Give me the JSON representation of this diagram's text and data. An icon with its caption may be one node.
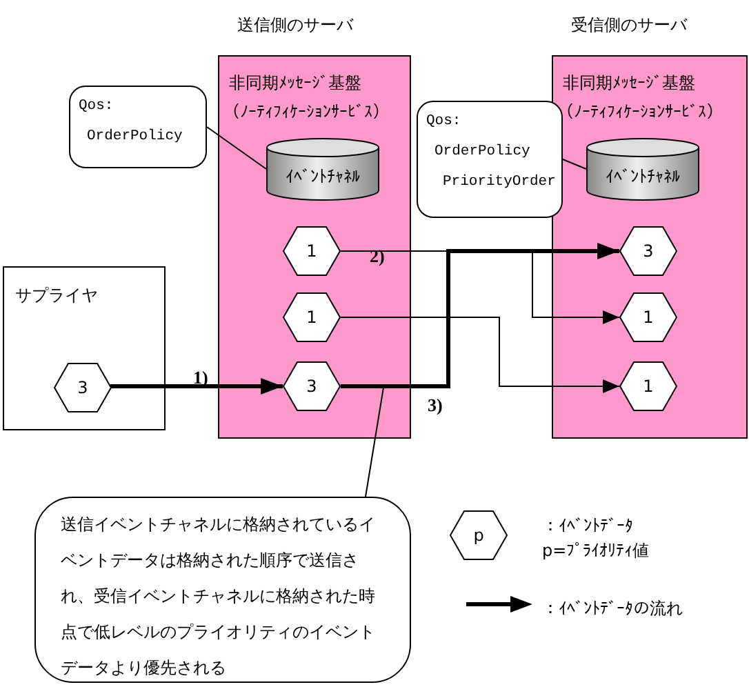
{
  "diagram": {
    "nodes": [
      {
        "text": [
          "送信側のサーバ",
          "非同期ﾒｯｾｰｼﾞ基盤",
          "（ﾉｰﾃｨﾌｨｹｰｼｮﾝｻｰﾋﾞｽ）"
        ]
      },
      {
        "text": [
          "ｲﾍﾞﾝﾄﾁｬﾈﾙ"
        ],
        "in": 0
      },
      {
        "text": [
          "1"
        ],
        "in": 0
      },
      {
        "text": [
          "1"
        ],
        "in": 0
      },
      {
        "text": [
          "3"
        ],
        "in": 0
      },
      {
        "text": [
          "受信側のサーバ",
          "非同期ﾒｯｾｰｼﾞ基盤",
          "（ﾉｰﾃｨﾌｨｹｰｼｮﾝｻｰﾋﾞｽ）"
        ]
      },
      {
        "text": [
          "ｲﾍﾞﾝﾄﾁｬﾈﾙ"
        ],
        "in": 5
      },
      {
        "text": [
          "3"
        ],
        "in": 5
      },
      {
        "text": [
          "1"
        ],
        "in": 5
      },
      {
        "text": [
          "1"
        ],
        "in": 5
      },
      {
        "text": [
          "サプライヤ"
        ]
      },
      {
        "text": [
          "3"
        ],
        "in": 10
      },
      {
        "text": [
          "Qos:",
          "OrderPolicy"
        ]
      },
      {
        "text": [
          "Qos:",
          "OrderPolicy",
          "PriorityOrder"
        ]
      },
      {
        "text": [
          "送信イベントチャネルに格納されているイベントデータは格納された順序で送信され、受信イベントチャネルに格納された時点で低レベルのプライオリティのイベントデータより優先される"
        ]
      },
      {
        "text": [
          "p"
        ]
      }
    ],
    "edges": [
      {
        "from": 11,
        "to": 4,
        "arrow": "to",
        "label": "1)",
        "style": "thick"
      },
      {
        "from": 2,
        "to": 8,
        "arrow": "to",
        "label": "2)"
      },
      {
        "from": 3,
        "to": 9,
        "arrow": "to"
      },
      {
        "from": 4,
        "to": 7,
        "arrow": "to",
        "label": "3)",
        "style": "thick"
      },
      {
        "from": 12,
        "to": 1,
        "arrow": "none"
      },
      {
        "from": 13,
        "to": 6,
        "arrow": "none"
      },
      {
        "from": 14,
        "to": null,
        "arrow": "none"
      }
    ],
    "legend": [
      {
        "text": "：ｲﾍﾞﾝﾄﾃﾞｰﾀ p=ﾌﾟﾗｲｵﾘﾃｨ値"
      },
      {
        "text": "：ｲﾍﾞﾝﾄﾃﾞｰﾀの流れ"
      }
    ]
  }
}
